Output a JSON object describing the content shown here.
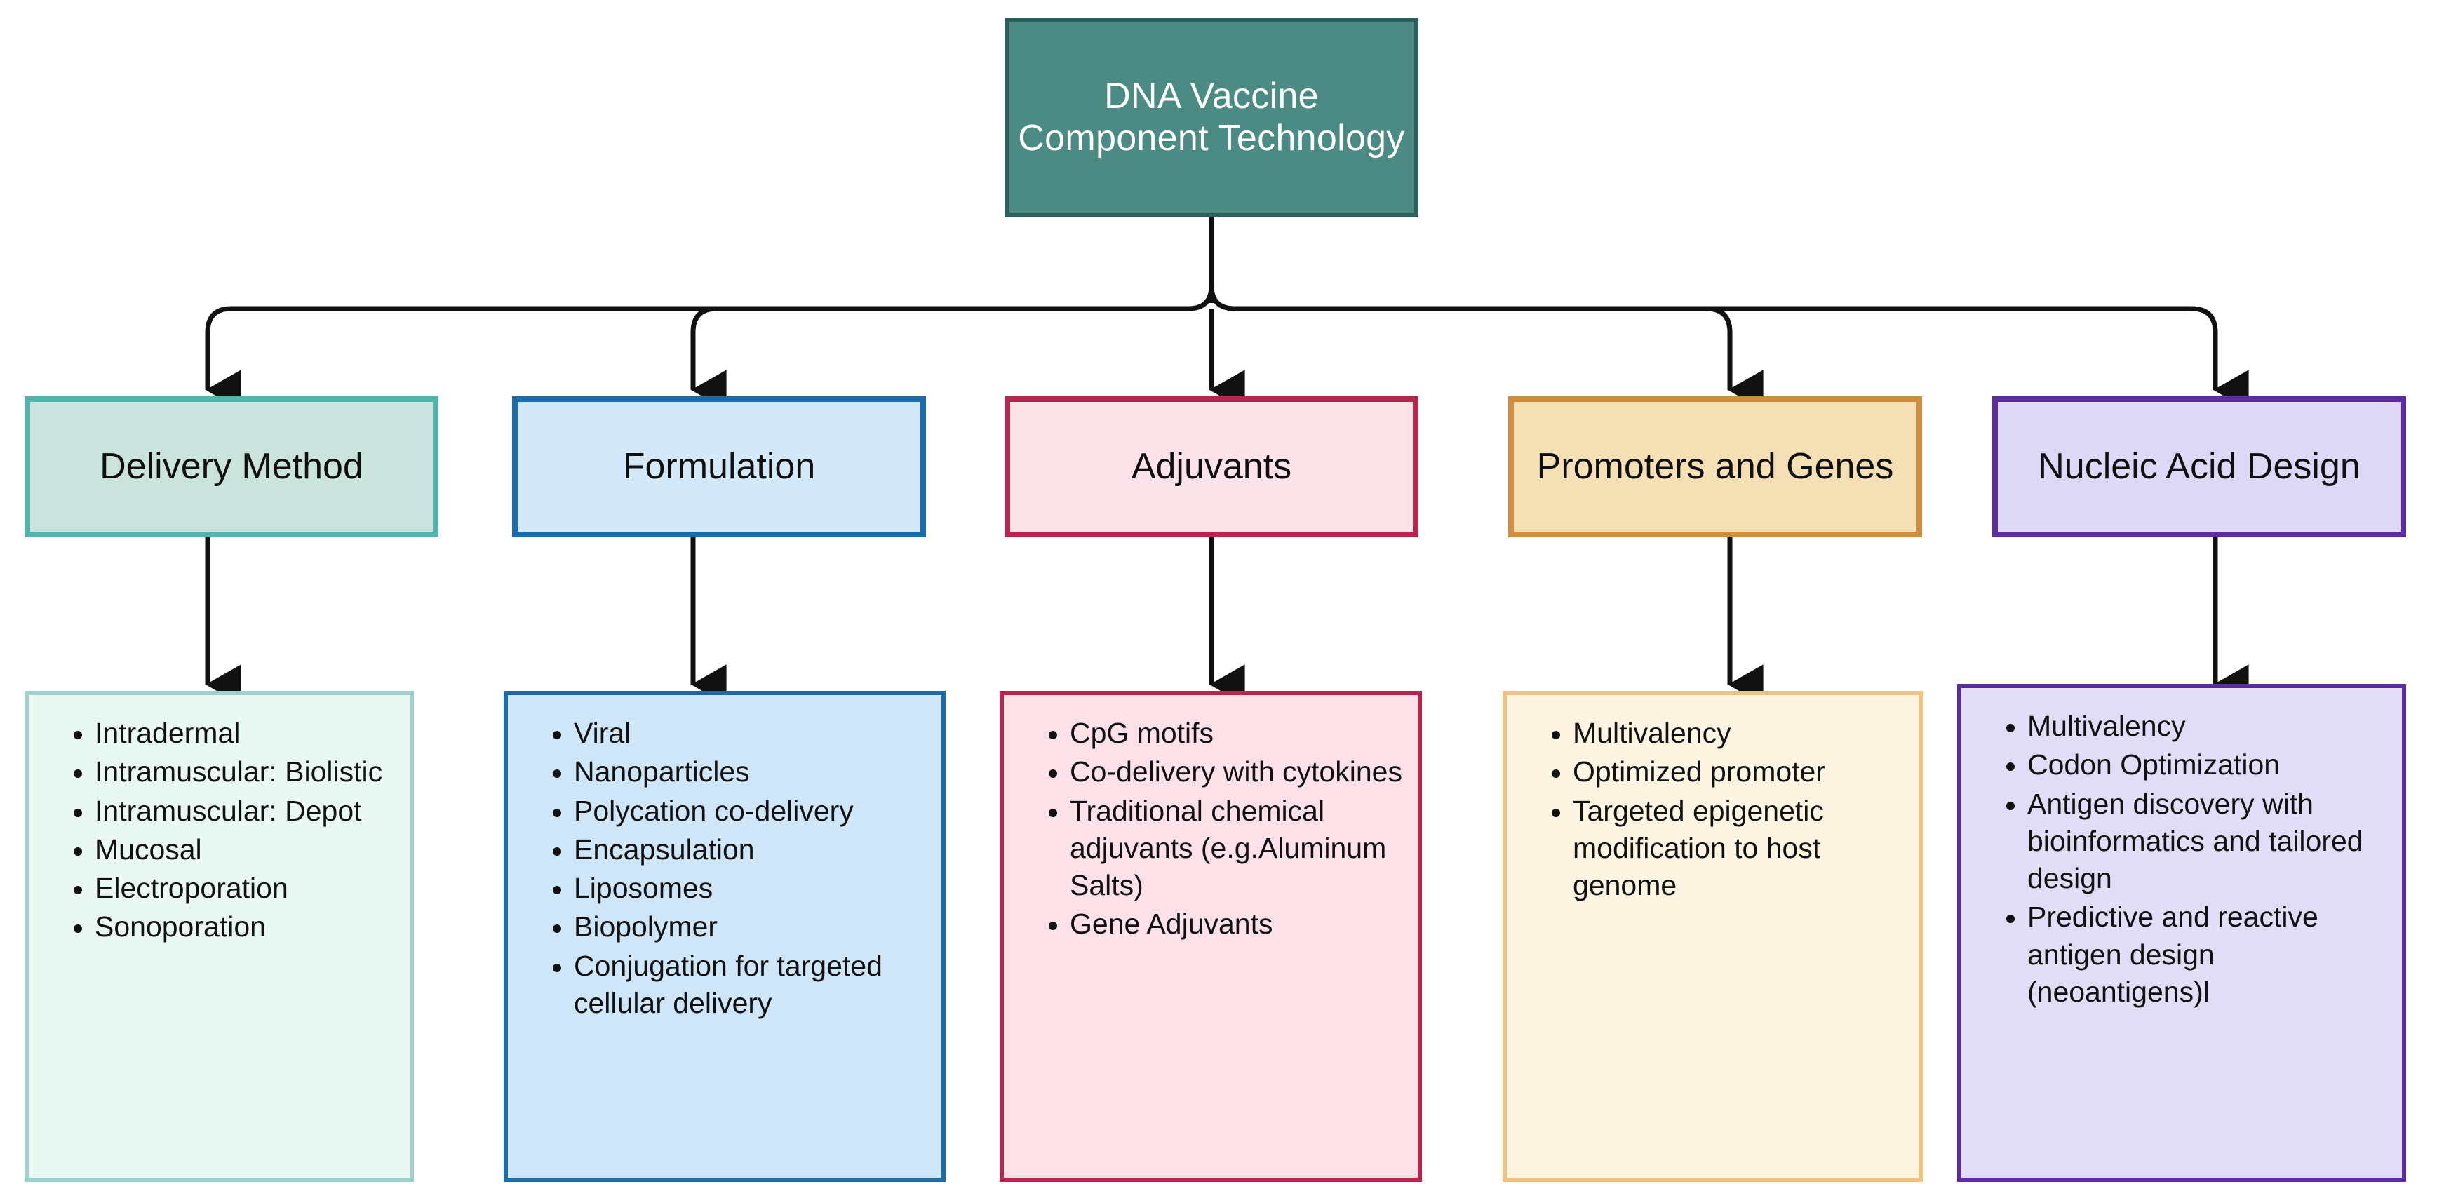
{
  "diagram": {
    "title": "DNA Vaccine Component Technology",
    "type": "hierarchy-flowchart",
    "root": {
      "label": "DNA Vaccine Component Technology",
      "fill": "#4b8b84",
      "border": "#2f5f5a",
      "text_color": "#ffffff"
    },
    "branches": [
      {
        "id": "delivery-method",
        "label": "Delivery Method",
        "fill": "#cbe3dd",
        "border": "#56b3aa",
        "detail_fill": "#e9f8f2",
        "detail_border": "#9fd0cb",
        "items": [
          "Intradermal",
          "Intramuscular: Biolistic",
          "Intramuscular: Depot",
          "Mucosal",
          "Electroporation",
          "Sonoporation"
        ]
      },
      {
        "id": "formulation",
        "label": "Formulation",
        "fill": "#d3e8f9",
        "border": "#1b6aa9",
        "detail_fill": "#cfe6f8",
        "detail_border": "#1b6aa9",
        "items": [
          "Viral",
          "Nanoparticles",
          "Polycation co-delivery",
          "Encapsulation",
          "Liposomes",
          "Biopolymer",
          "Conjugation for targeted cellular delivery"
        ]
      },
      {
        "id": "adjuvants",
        "label": "Adjuvants",
        "fill": "#fce3ea",
        "border": "#b4274f",
        "detail_fill": "#fce1e9",
        "detail_border": "#b4274f",
        "items": [
          "CpG motifs",
          "Co-delivery with cytokines",
          "Traditional chemical adjuvants (e.g.Aluminum Salts)",
          "Gene Adjuvants"
        ]
      },
      {
        "id": "promoters-and-genes",
        "label": "Promoters and Genes",
        "fill": "#f5dfb4",
        "border": "#cf8d3f",
        "detail_fill": "#fdf4e2",
        "detail_border": "#f0c281",
        "items": [
          "Multivalency",
          "Optimized promoter",
          "Targeted epigenetic modification to host genome"
        ]
      },
      {
        "id": "nucleic-acid-design",
        "label": "Nucleic Acid Design",
        "fill": "#ddd8f6",
        "border": "#5b2d9e",
        "detail_fill": "#e2ddf6",
        "detail_border": "#5b2d9e",
        "items": [
          "Multivalency",
          "Codon Optimization",
          "Antigen discovery with bioinformatics and tailored design",
          "Predictive and reactive antigen design (neoantigens)l"
        ]
      }
    ],
    "connector_color": "#111111"
  }
}
